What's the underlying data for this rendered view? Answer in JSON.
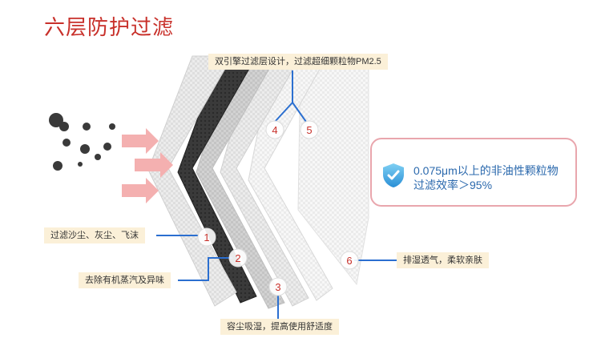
{
  "title": "六层防护过滤",
  "layers": [
    {
      "num": "1",
      "desc": "过滤沙尘、灰尘、飞沫"
    },
    {
      "num": "2",
      "desc": "去除有机蒸汽及异味"
    },
    {
      "num": "3",
      "desc": "容尘吸湿，提高使用舒适度"
    },
    {
      "num": "4",
      "desc": "双引擎过滤层设计，过滤超细颗粒物PM2.5"
    },
    {
      "num": "5",
      "desc": ""
    },
    {
      "num": "6",
      "desc": "排湿透气，柔软亲肤"
    }
  ],
  "efficiency": {
    "line1": "0.075μm以上的非油性颗粒物",
    "line2": "过滤效率＞95%"
  },
  "icons": {
    "shield": "shield-check-icon",
    "arrow": "arrow-right-icon",
    "particle": "particle-icon"
  },
  "colors": {
    "title": "#c8302a",
    "label_bg": "#fbf0d8",
    "connector": "#2b6fd0",
    "efficiency_text": "#2b69ad",
    "card_border": "#e9a6ad",
    "arrow": "#f4b0b0"
  }
}
